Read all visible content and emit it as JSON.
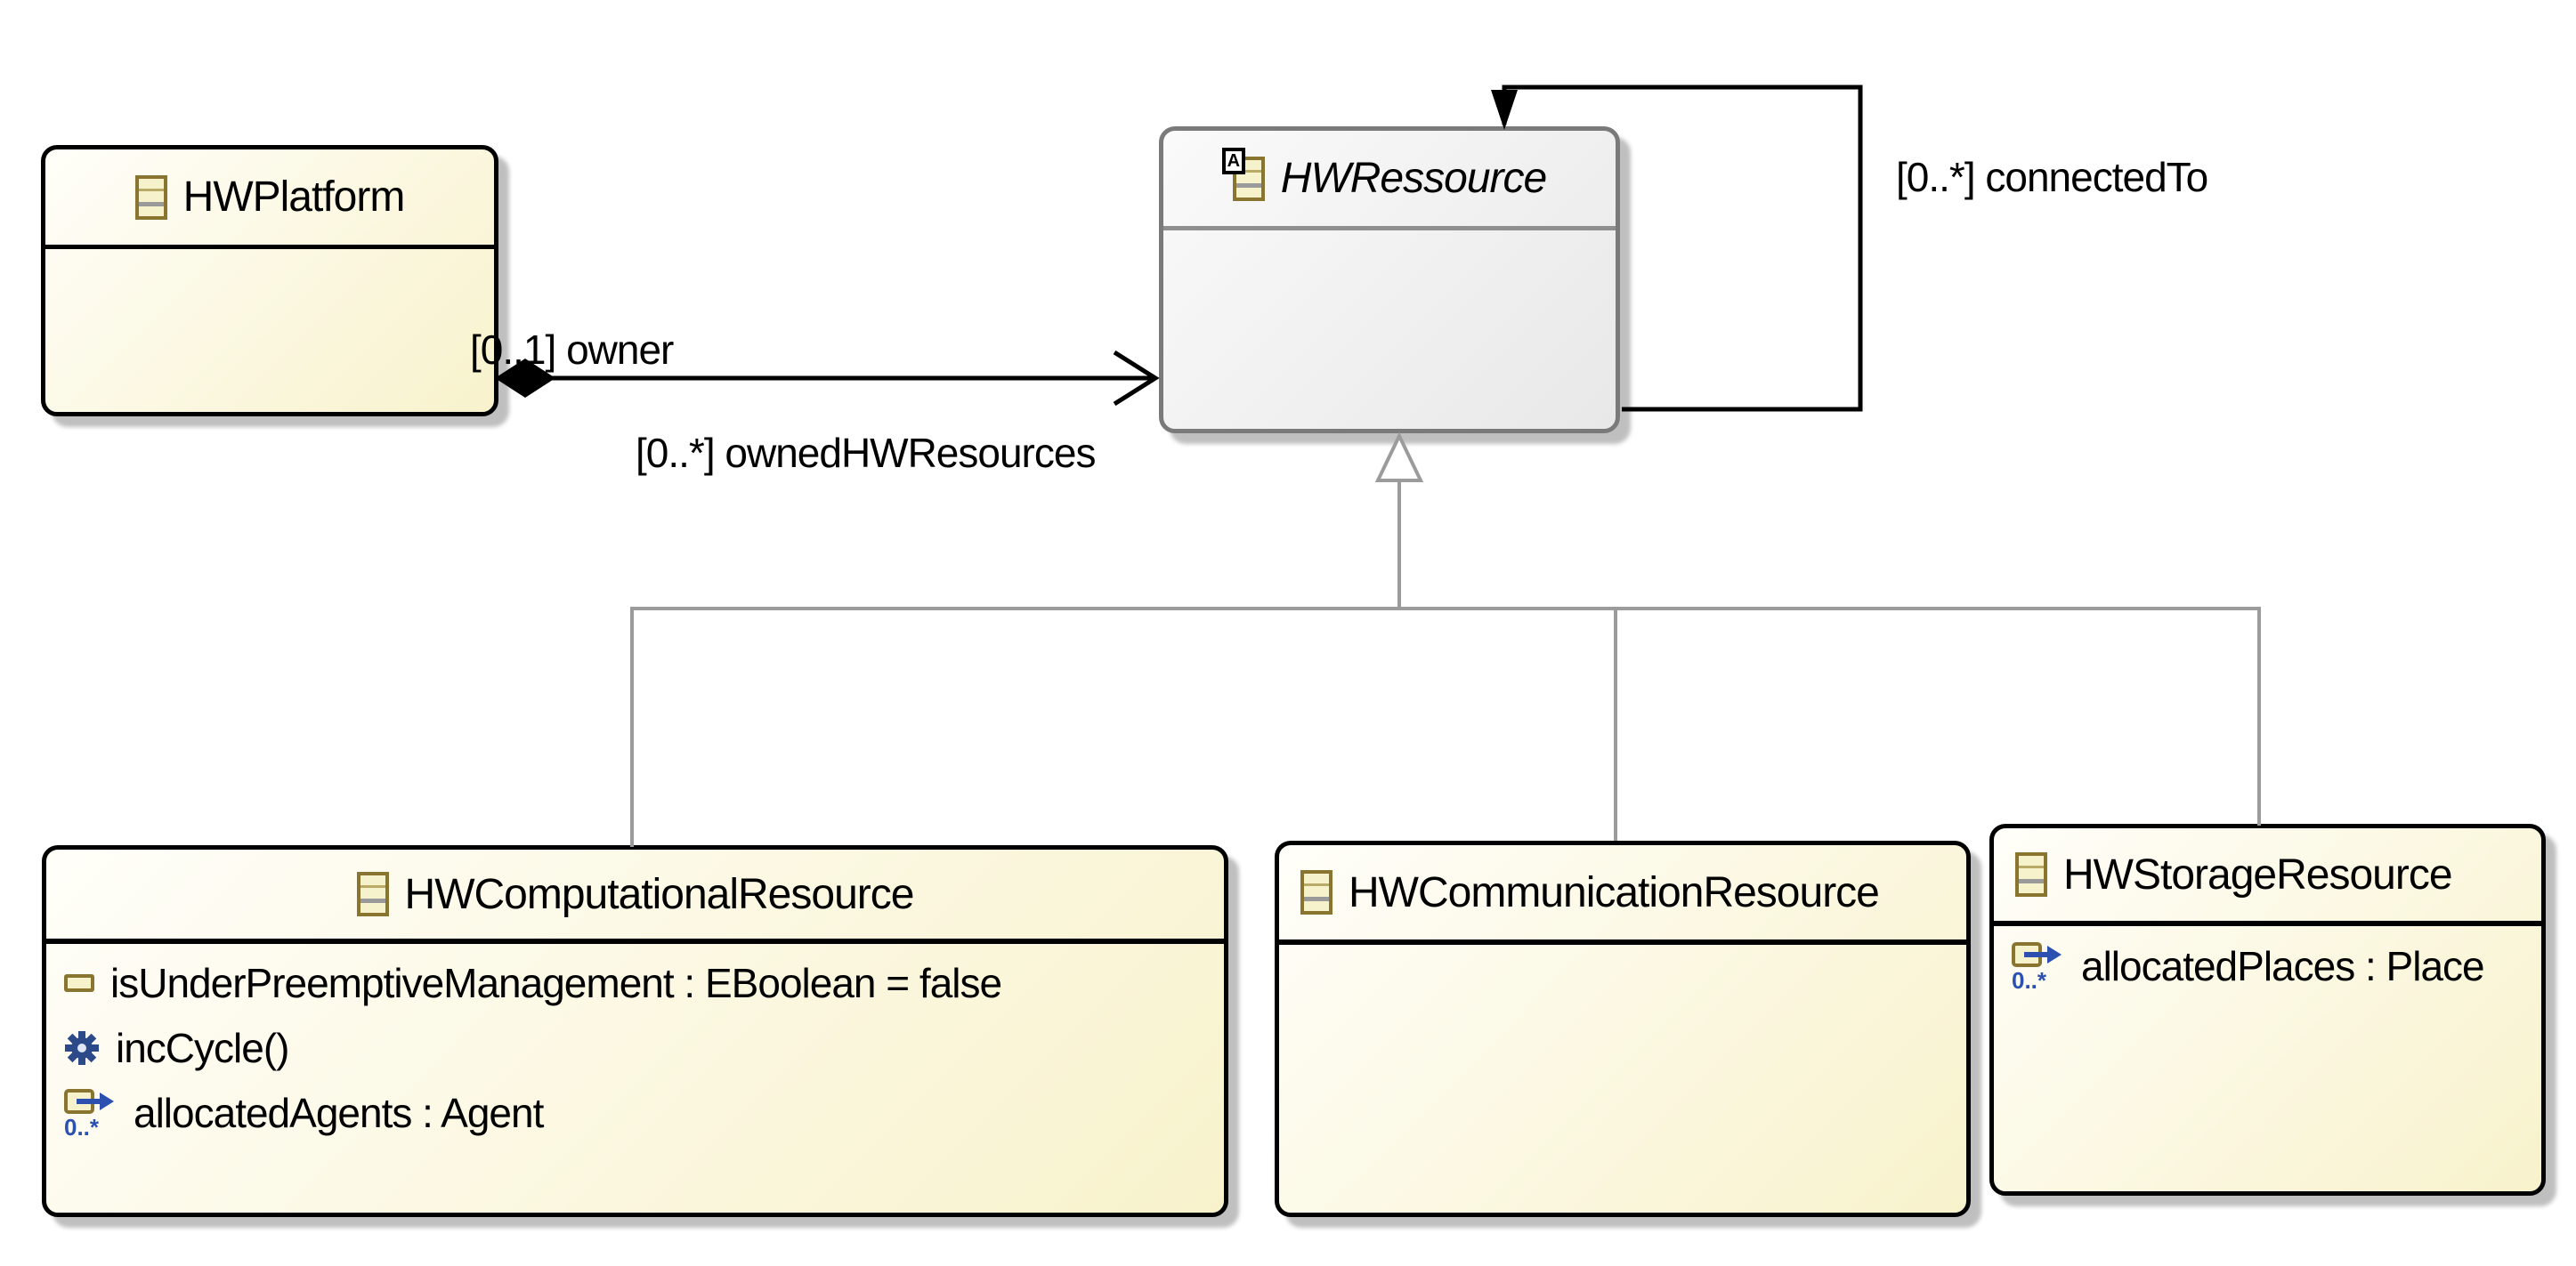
{
  "colors": {
    "canvas_bg": "#ffffff",
    "class_fill_start": "#fffef9",
    "class_fill_end": "#f8f2cc",
    "class_border": "#000000",
    "abstract_fill_start": "#fafafa",
    "abstract_fill_end": "#e8e8e8",
    "abstract_border": "#7a7a7a",
    "abstract_separator": "#8f8f8f",
    "generalization_line": "#9b9b9b",
    "association_line": "#000000",
    "icon_olive": "#8a7530",
    "icon_fill": "#f6f2cc",
    "icon_divider_gray": "#9a9a9a",
    "reference_blue": "#2b50b0",
    "operation_blue": "#2c4a8a",
    "shadow": "#c0c0c0"
  },
  "classes": {
    "platform": {
      "name": "HWPlatform"
    },
    "resource": {
      "name": "HWRessource",
      "abstract_badge": "A"
    },
    "computational": {
      "name": "HWComputationalResource",
      "attr1": "isUnderPreemptiveManagement : EBoolean = false",
      "op1": "incCycle()",
      "ref1": "allocatedAgents : Agent",
      "ref1_mult": "0..*"
    },
    "communication": {
      "name": "HWCommunicationResource"
    },
    "storage": {
      "name": "HWStorageResource",
      "ref1": "allocatedPlaces : Place",
      "ref1_mult": "0..*"
    }
  },
  "edges": {
    "composition": {
      "source_label": "[0..1] owner",
      "target_label": "[0..*] ownedHWResources"
    },
    "self_association": {
      "label": "[0..*] connectedTo"
    }
  }
}
